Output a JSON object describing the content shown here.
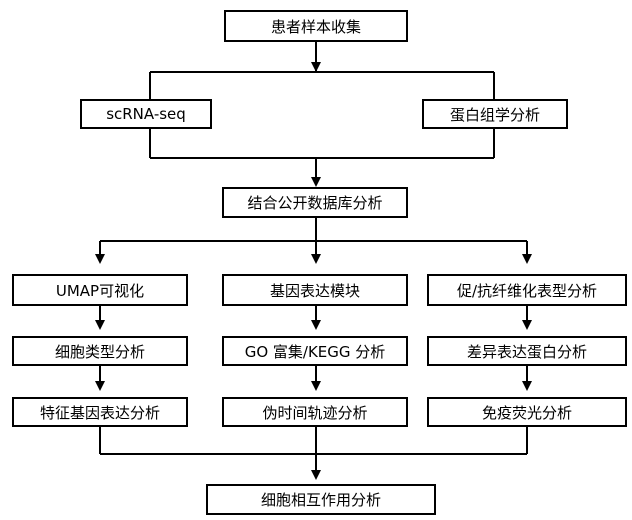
{
  "flowchart": {
    "top": "患者样本收集",
    "left_branch": "scRNA-seq",
    "right_branch": "蛋白组学分析",
    "merge": "结合公开数据库分析",
    "col1": [
      "UMAP可视化",
      "细胞类型分析",
      "特征基因表达分析"
    ],
    "col2": [
      "基因表达模块",
      "GO 富集/KEGG 分析",
      "伪时间轨迹分析"
    ],
    "col3": [
      "促/抗纤维化表型分析",
      "差异表达蛋白分析",
      "免疫荧光分析"
    ],
    "bottom": "细胞相互作用分析"
  }
}
